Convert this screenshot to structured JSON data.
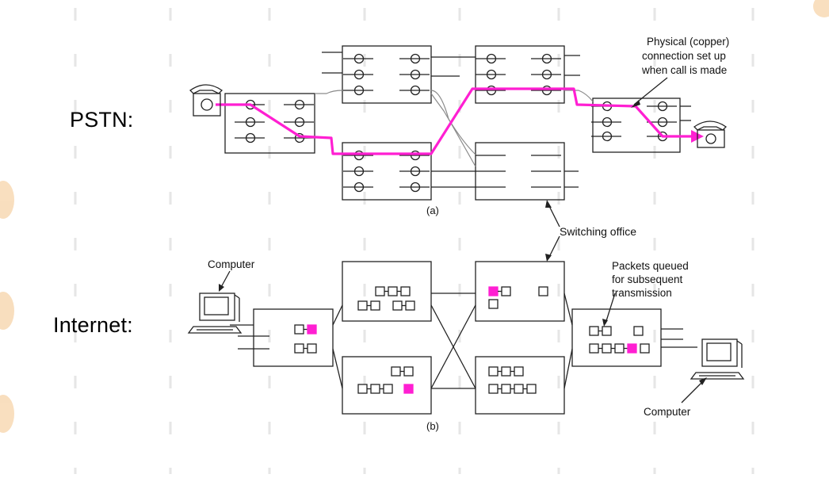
{
  "labels": {
    "pstn": "PSTN:",
    "internet": "Internet:"
  },
  "annotations": {
    "physical_line1": "Physical (copper)",
    "physical_line2": "connection set up",
    "physical_line3": "when call is made",
    "caption_a": "(a)",
    "caption_b": "(b)",
    "switching_office": "Switching office",
    "computer_left": "Computer",
    "computer_right": "Computer",
    "packets_line1": "Packets queued",
    "packets_line2": "for subsequent",
    "packets_line3": "transmission"
  },
  "colors": {
    "highlight": "#ff1fd2",
    "line": "#222222",
    "circuit_gray": "#8a8a8a",
    "background_dash": "#e6e6e6",
    "side_blob": "#f4c48a"
  },
  "icons": [
    "telephone-icon",
    "computer-icon",
    "packet-icon",
    "switch-port-icon"
  ]
}
